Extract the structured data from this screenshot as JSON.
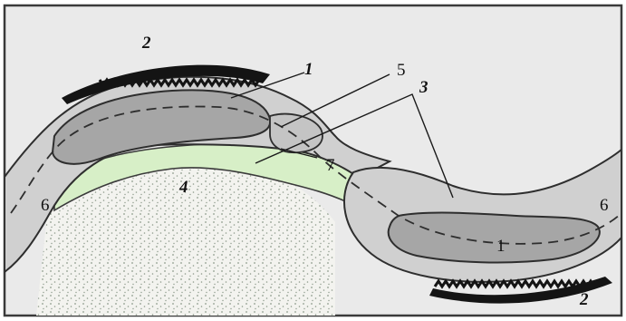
{
  "labels": {
    "press_top": "2",
    "rock_bottom_top": "1",
    "label_5": "5",
    "label_3": "3",
    "bend_zone": "7",
    "sand": "4",
    "axis_left": "6",
    "rock_bottom_right": "1",
    "axis_right": "6",
    "press_bottom": "2"
  },
  "colors": {
    "frame": "#3a3a3a",
    "background": "#eaeaea",
    "outer_layer": "#d0d0d0",
    "core_layer": "#a6a6a6",
    "green_layer": "#d7efc7",
    "sand_fill": "#f3f3ef",
    "sand_dots": "#8d9a8b",
    "outline": "#2e2e2e",
    "press": "#141414"
  }
}
